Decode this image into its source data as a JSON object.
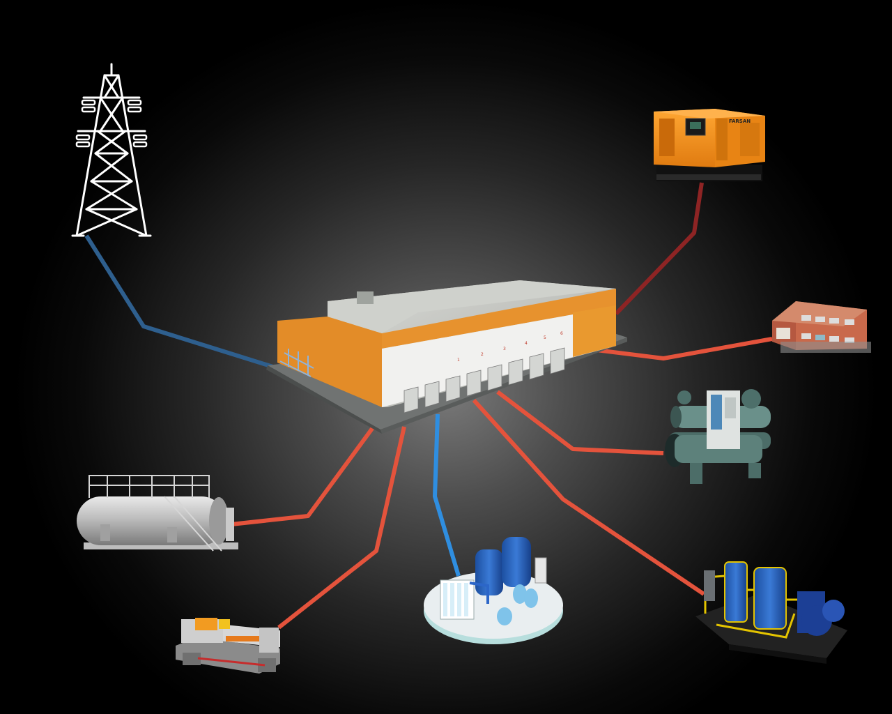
{
  "diagram": {
    "hub": {
      "icon": "factory-building-icon",
      "door_numbers": [
        "1",
        "2",
        "3",
        "4",
        "5",
        "6"
      ]
    },
    "nodes": [
      {
        "id": "power-grid",
        "icon": "transmission-tower-icon"
      },
      {
        "id": "diesel-generator",
        "icon": "diesel-generator-icon",
        "brand_text": "FARSAN"
      },
      {
        "id": "office-building",
        "icon": "office-building-icon"
      },
      {
        "id": "chiller",
        "icon": "water-chiller-icon"
      },
      {
        "id": "compressor-skid",
        "icon": "compressor-skid-icon"
      },
      {
        "id": "water-treatment",
        "icon": "water-treatment-icon"
      },
      {
        "id": "lathe",
        "icon": "lathe-machine-icon"
      },
      {
        "id": "storage-tank",
        "icon": "pressure-tank-icon"
      }
    ],
    "colors": {
      "grid_link": "#2e5f8e",
      "water_link": "#2f8ee0",
      "generator_link": "#8e2424",
      "consumer_link": "#e4533c",
      "background": "#000000",
      "building_orange": "#e7922e"
    }
  }
}
